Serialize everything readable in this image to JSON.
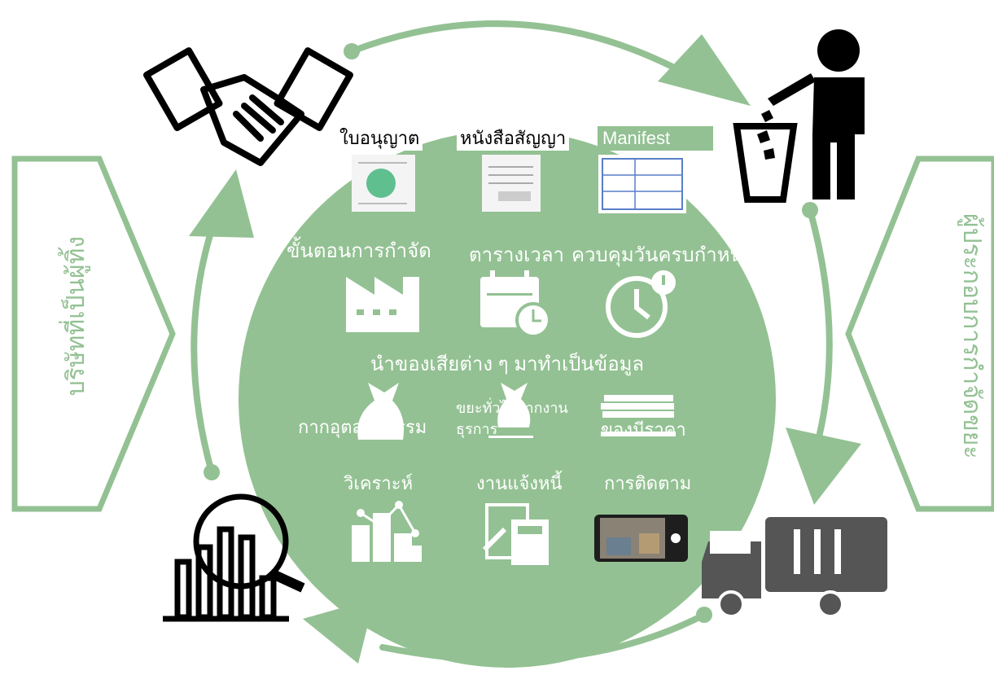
{
  "colors": {
    "green": "#93c193",
    "dark": "#000000",
    "truck": "#555555"
  },
  "documents": {
    "license": "ใบอนุญาต",
    "contract": "หนังสือสัญญา",
    "manifest": "Manifest"
  },
  "features_row1": {
    "process": "ขั้นตอนการกำจัด",
    "schedule": "ตารางเวลา",
    "deadline": "ควบคุมวันครบกำหนด"
  },
  "center_caption": "นำของเสียต่าง ๆ มาทำเป็นข้อมูล",
  "waste_types": {
    "industrial": "กากอุตสาหกรรม",
    "general_line1": "ขยะทั่วไปจากงาน",
    "general_line2": "ธุรการ",
    "valuable": "ของมีราคา"
  },
  "features_row3": {
    "analysis": "วิเคราะห์",
    "billing": "งานแจ้งหนี้",
    "tracking": "การติดตาม"
  },
  "side_labels": {
    "left": "บริษัทที่เป็นผู้ทิ้ง",
    "right": "ผู้ประกอบการกำจัดขยะ"
  },
  "icons": [
    "handshake-icon",
    "person-trash-icon",
    "truck-icon",
    "analysis-magnifier-icon",
    "factory-icon",
    "calendar-clock-icon",
    "alarm-clock-icon",
    "waste-bag-icon",
    "paper-stack-icon",
    "chart-icon",
    "invoice-calculator-icon",
    "phone-photo-icon"
  ]
}
